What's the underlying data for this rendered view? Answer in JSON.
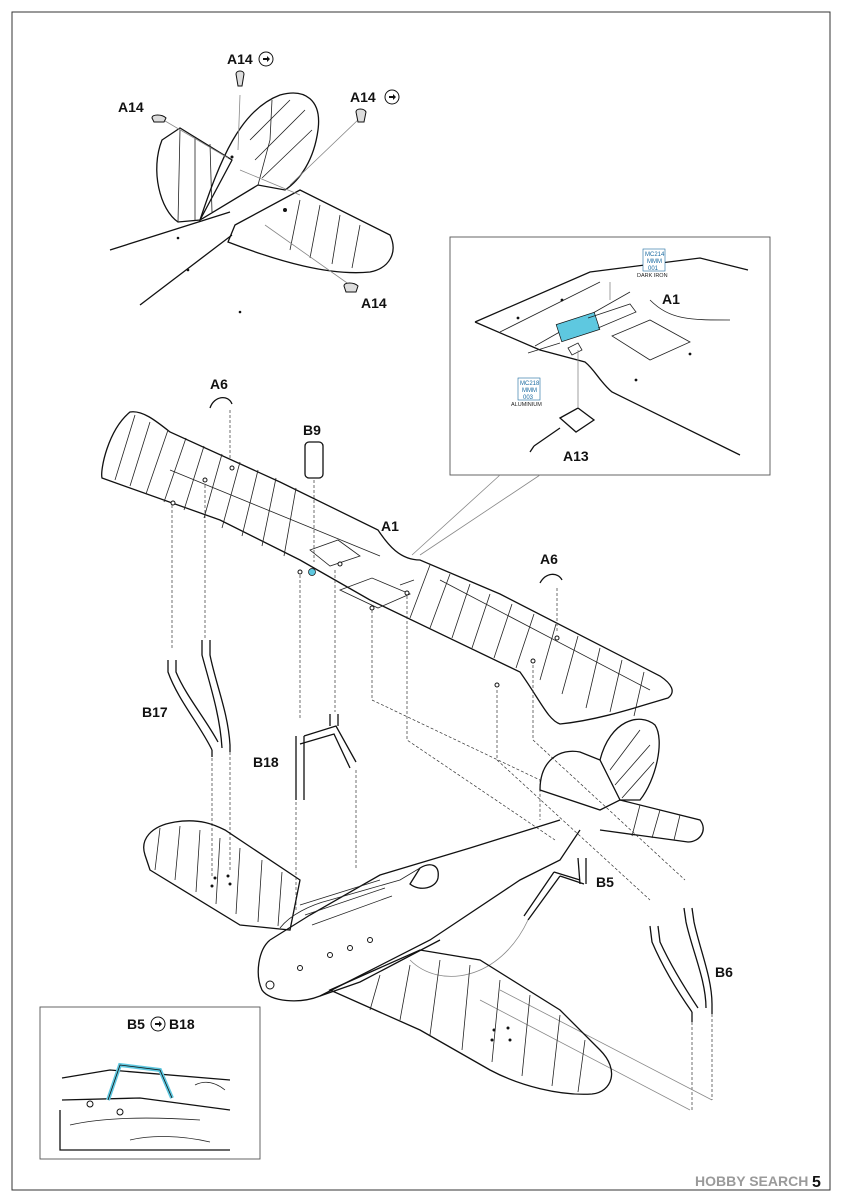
{
  "parts": {
    "a14_top": "A14",
    "a14_left": "A14",
    "a14_right": "A14",
    "a14_bottom": "A14",
    "a6_left": "A6",
    "a6_right": "A6",
    "b9": "B9",
    "a1_main": "A1",
    "a1_detail": "A1",
    "a13": "A13",
    "b17": "B17",
    "b18": "B18",
    "b5": "B5",
    "b6": "B6"
  },
  "paints": {
    "dark_iron": {
      "code1": "MC214",
      "code2": "MMM",
      "code3": "001",
      "name": "DARK IRON",
      "color": "#5ec8e0"
    },
    "aluminium": {
      "code1": "MC218",
      "code2": "MMM",
      "code3": "003",
      "name": "ALUMINIUM",
      "color": "#5ec8e0"
    }
  },
  "inset": {
    "left_part": "B5",
    "right_part": "B18"
  },
  "footer": {
    "watermark": "HOBBY SEARCH",
    "page_number": "5"
  },
  "colors": {
    "line": "#111111",
    "highlight": "#5ec8e0",
    "frame": "#333333"
  }
}
